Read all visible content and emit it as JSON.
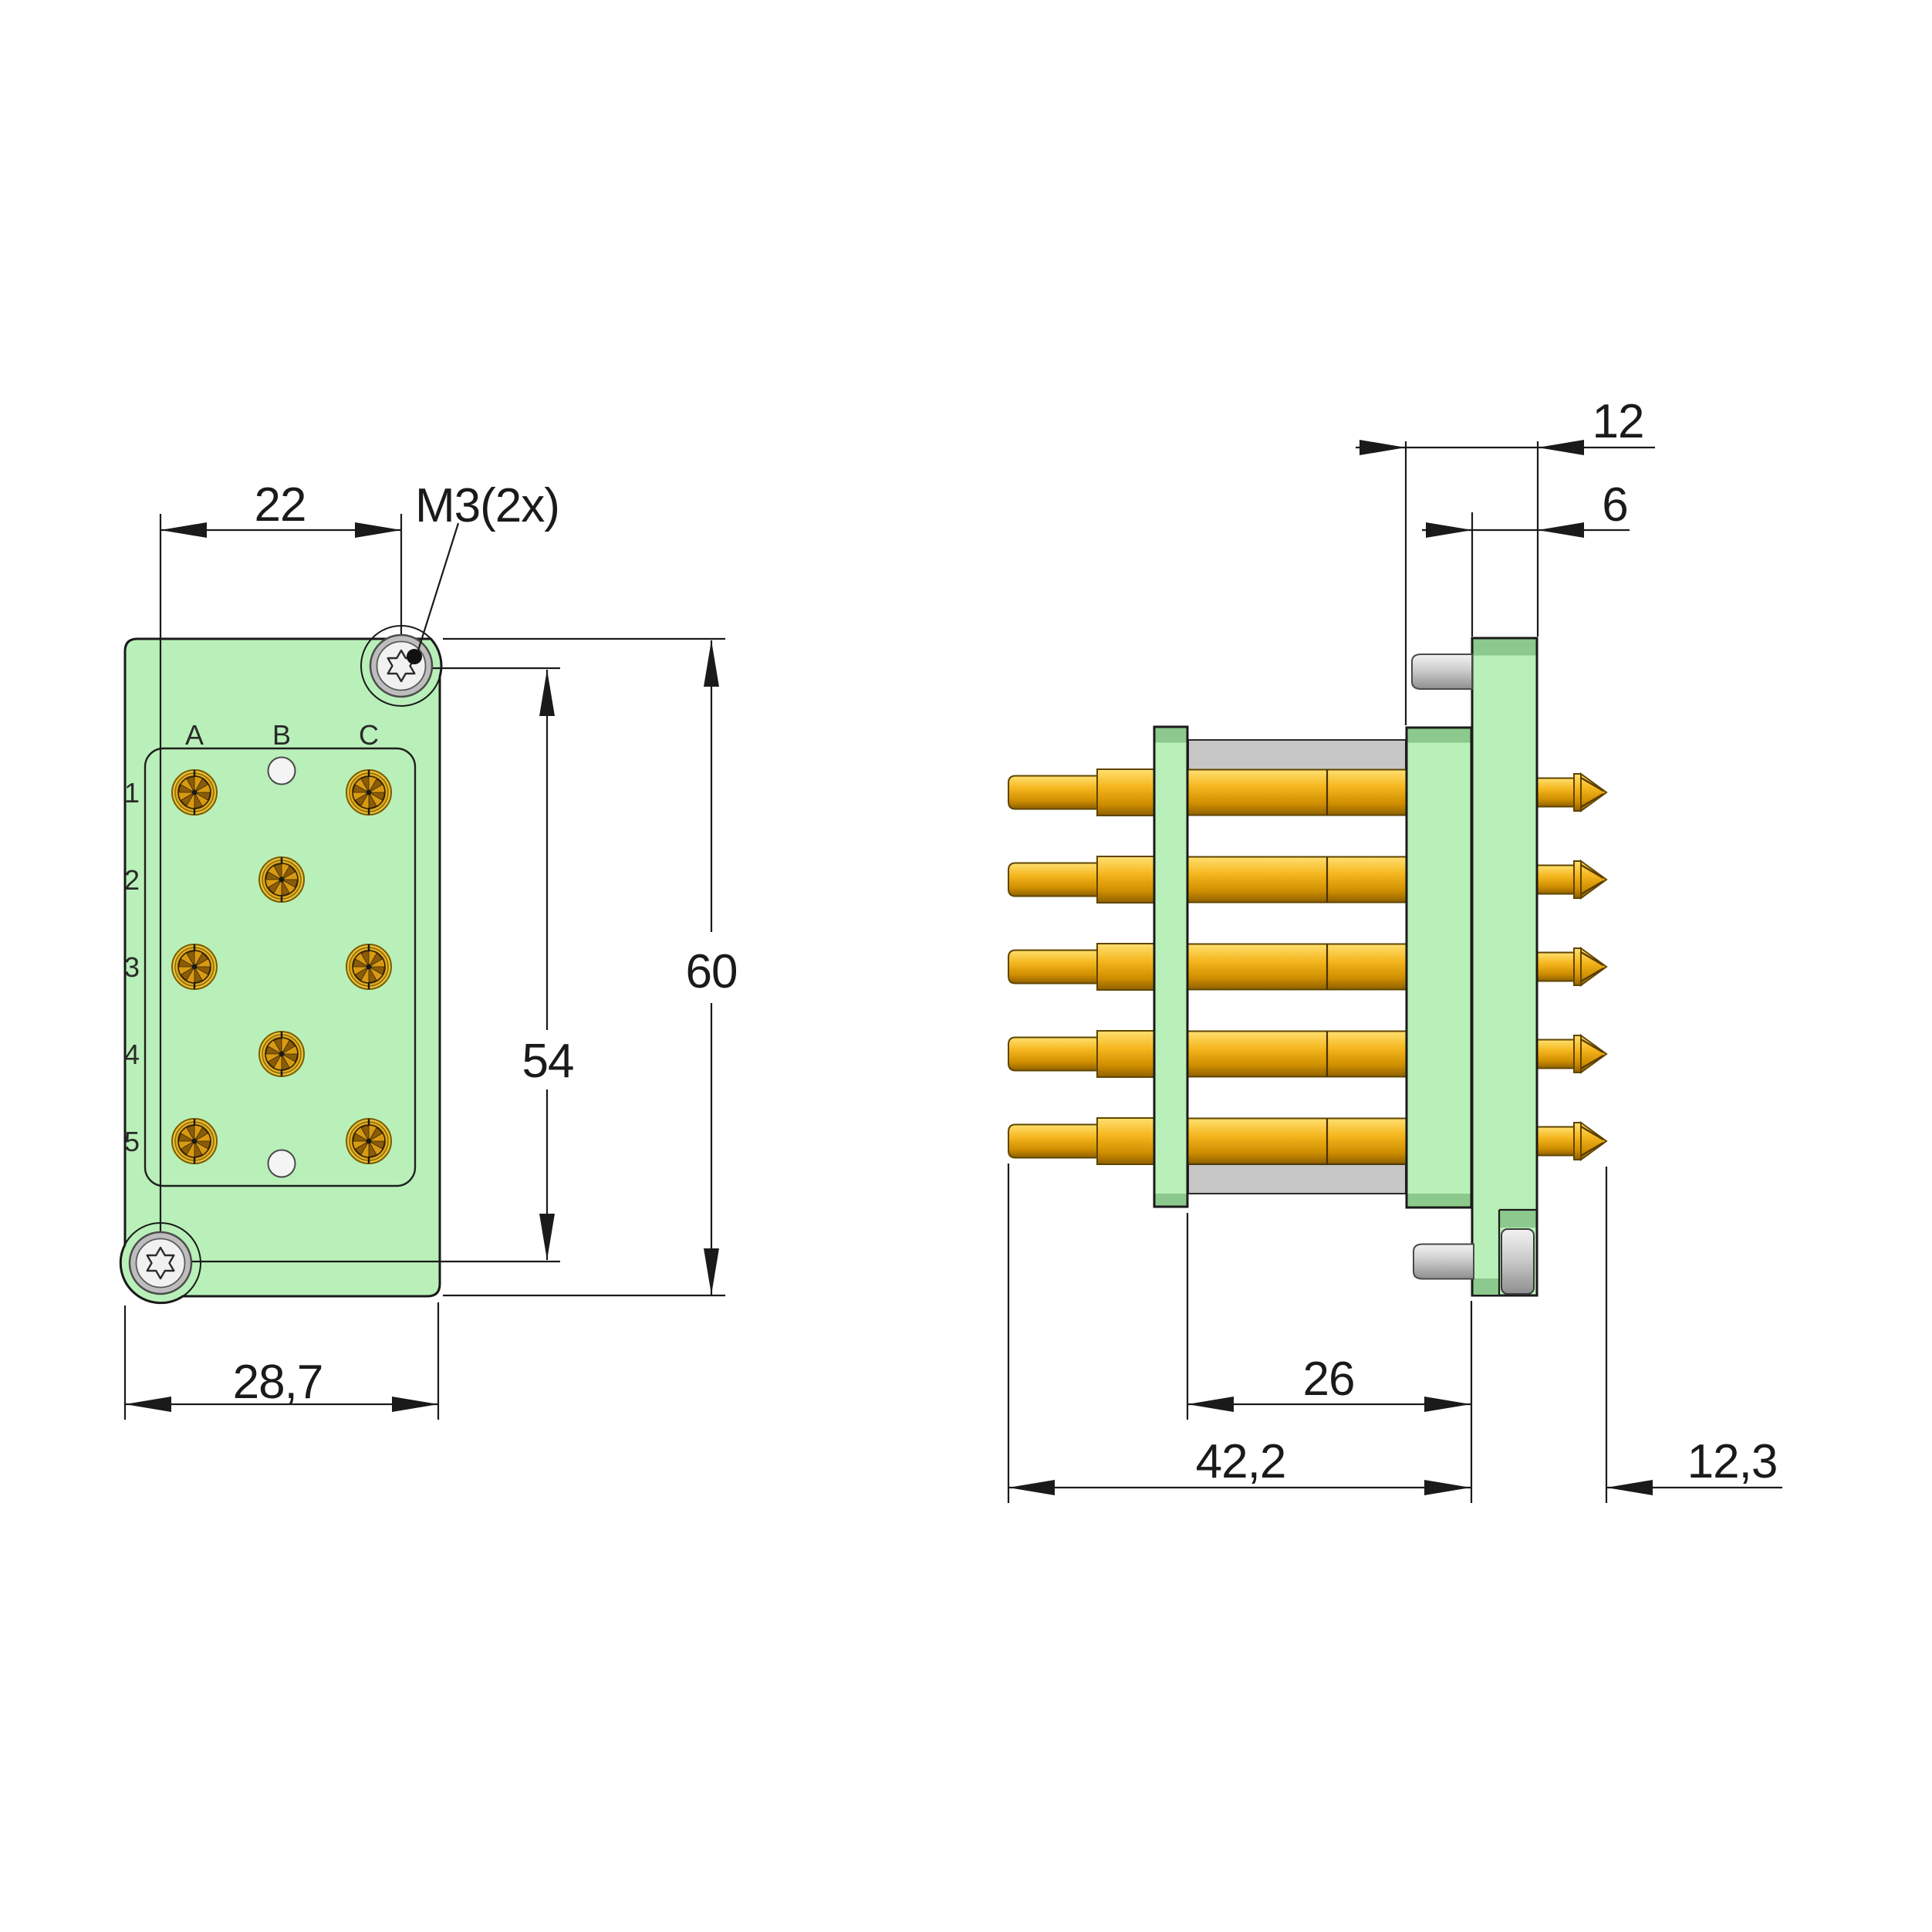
{
  "front": {
    "columns": [
      "A",
      "B",
      "C"
    ],
    "rows": [
      "1",
      "2",
      "3",
      "4",
      "5"
    ],
    "dims": {
      "screw_pitch_x": "22",
      "screw_thread": "M3(2x)",
      "overall_height": "60",
      "screw_pitch_y": "54",
      "overall_width": "28,7"
    }
  },
  "side": {
    "dims": {
      "body_plus_flange": "12",
      "flange_thickness": "6",
      "plate_spacing": "26",
      "rear_length": "42,2",
      "tip_length": "12,3"
    }
  },
  "colors": {
    "plate_green": "#b9f0b9",
    "plate_green_dark": "#8cc98c",
    "gold_mid": "#f2b01e",
    "silver": "#c9c9c9",
    "line": "#1a1a1a"
  }
}
